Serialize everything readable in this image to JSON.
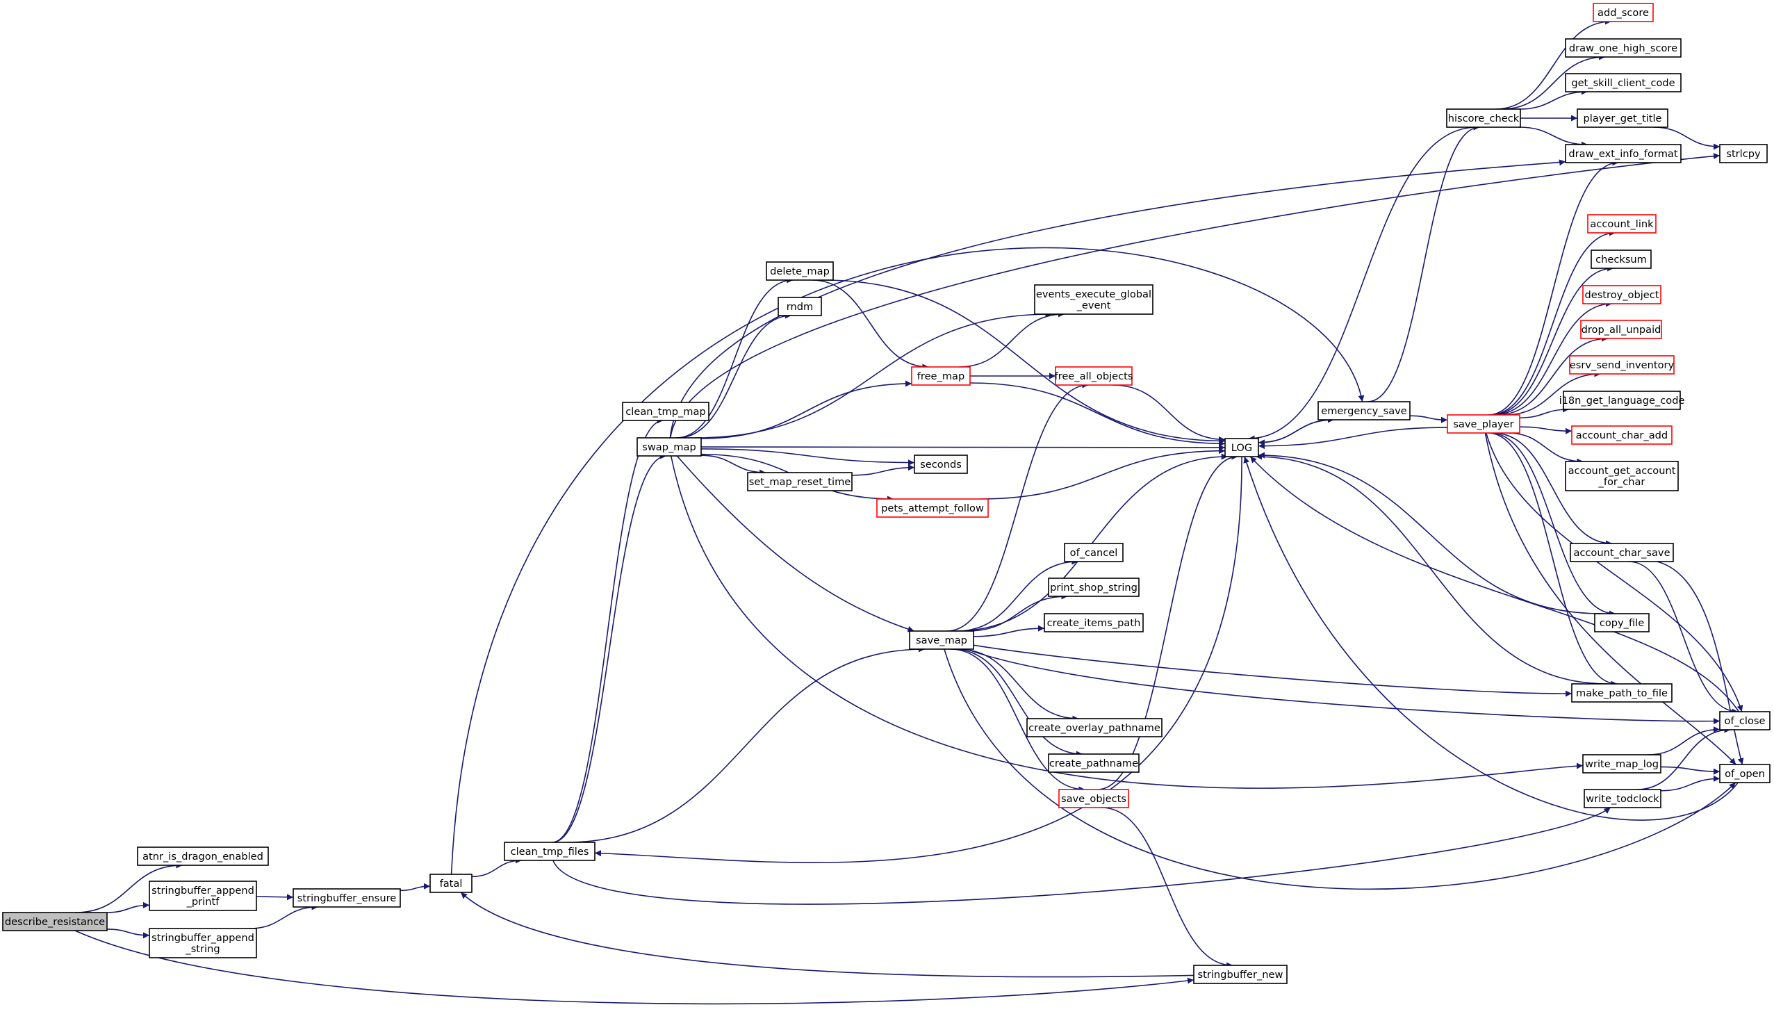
{
  "graph": {
    "nodes": {
      "describe_resistance": {
        "label": [
          "describe_resistance"
        ],
        "style": "root"
      },
      "atnr_is_dragon_enabled": {
        "label": [
          "atnr_is_dragon_enabled"
        ],
        "style": "normal"
      },
      "stringbuffer_append_printf": {
        "label": [
          "stringbuffer_append",
          "_printf"
        ],
        "style": "normal"
      },
      "stringbuffer_append_string": {
        "label": [
          "stringbuffer_append",
          "_string"
        ],
        "style": "normal"
      },
      "stringbuffer_ensure": {
        "label": [
          "stringbuffer_ensure"
        ],
        "style": "normal"
      },
      "fatal": {
        "label": [
          "fatal"
        ],
        "style": "normal"
      },
      "clean_tmp_files": {
        "label": [
          "clean_tmp_files"
        ],
        "style": "normal"
      },
      "clean_tmp_map": {
        "label": [
          "clean_tmp_map"
        ],
        "style": "normal"
      },
      "swap_map": {
        "label": [
          "swap_map"
        ],
        "style": "normal"
      },
      "delete_map": {
        "label": [
          "delete_map"
        ],
        "style": "normal"
      },
      "rndm": {
        "label": [
          "rndm"
        ],
        "style": "normal"
      },
      "set_map_reset_time": {
        "label": [
          "set_map_reset_time"
        ],
        "style": "normal"
      },
      "seconds": {
        "label": [
          "seconds"
        ],
        "style": "normal"
      },
      "free_map": {
        "label": [
          "free_map"
        ],
        "style": "red"
      },
      "events_execute_global_event": {
        "label": [
          "events_execute_global",
          "_event"
        ],
        "style": "normal"
      },
      "free_all_objects": {
        "label": [
          "free_all_objects"
        ],
        "style": "red"
      },
      "pets_attempt_follow": {
        "label": [
          "pets_attempt_follow"
        ],
        "style": "red"
      },
      "save_map": {
        "label": [
          "save_map"
        ],
        "style": "normal"
      },
      "of_cancel": {
        "label": [
          "of_cancel"
        ],
        "style": "normal"
      },
      "print_shop_string": {
        "label": [
          "print_shop_string"
        ],
        "style": "normal"
      },
      "create_items_path": {
        "label": [
          "create_items_path"
        ],
        "style": "normal"
      },
      "create_overlay_pathname": {
        "label": [
          "create_overlay_pathname"
        ],
        "style": "normal"
      },
      "create_pathname": {
        "label": [
          "create_pathname"
        ],
        "style": "normal"
      },
      "save_objects": {
        "label": [
          "save_objects"
        ],
        "style": "red"
      },
      "stringbuffer_new": {
        "label": [
          "stringbuffer_new"
        ],
        "style": "normal"
      },
      "LOG": {
        "label": [
          "LOG"
        ],
        "style": "normal"
      },
      "emergency_save": {
        "label": [
          "emergency_save"
        ],
        "style": "normal"
      },
      "save_player": {
        "label": [
          "save_player"
        ],
        "style": "red"
      },
      "hiscore_check": {
        "label": [
          "hiscore_check"
        ],
        "style": "normal"
      },
      "add_score": {
        "label": [
          "add_score"
        ],
        "style": "red"
      },
      "draw_one_high_score": {
        "label": [
          "draw_one_high_score"
        ],
        "style": "normal"
      },
      "get_skill_client_code": {
        "label": [
          "get_skill_client_code"
        ],
        "style": "normal"
      },
      "player_get_title": {
        "label": [
          "player_get_title"
        ],
        "style": "normal"
      },
      "draw_ext_info_format": {
        "label": [
          "draw_ext_info_format"
        ],
        "style": "normal"
      },
      "strlcpy": {
        "label": [
          "strlcpy"
        ],
        "style": "normal"
      },
      "account_link": {
        "label": [
          "account_link"
        ],
        "style": "red"
      },
      "checksum": {
        "label": [
          "checksum"
        ],
        "style": "normal"
      },
      "destroy_object": {
        "label": [
          "destroy_object"
        ],
        "style": "red"
      },
      "drop_all_unpaid": {
        "label": [
          "drop_all_unpaid"
        ],
        "style": "red"
      },
      "esrv_send_inventory": {
        "label": [
          "esrv_send_inventory"
        ],
        "style": "red"
      },
      "i18n_get_language_code": {
        "label": [
          "i18n_get_language_code"
        ],
        "style": "normal"
      },
      "account_char_add": {
        "label": [
          "account_char_add"
        ],
        "style": "red"
      },
      "account_get_account_for_char": {
        "label": [
          "account_get_account",
          "_for_char"
        ],
        "style": "normal"
      },
      "account_char_save": {
        "label": [
          "account_char_save"
        ],
        "style": "normal"
      },
      "copy_file": {
        "label": [
          "copy_file"
        ],
        "style": "normal"
      },
      "make_path_to_file": {
        "label": [
          "make_path_to_file"
        ],
        "style": "normal"
      },
      "of_close": {
        "label": [
          "of_close"
        ],
        "style": "normal"
      },
      "of_open": {
        "label": [
          "of_open"
        ],
        "style": "normal"
      },
      "write_map_log": {
        "label": [
          "write_map_log"
        ],
        "style": "normal"
      },
      "write_todclock": {
        "label": [
          "write_todclock"
        ],
        "style": "normal"
      }
    },
    "edges": [
      [
        "describe_resistance",
        "atnr_is_dragon_enabled"
      ],
      [
        "describe_resistance",
        "stringbuffer_append_printf"
      ],
      [
        "describe_resistance",
        "stringbuffer_append_string"
      ],
      [
        "describe_resistance",
        "stringbuffer_new"
      ],
      [
        "stringbuffer_append_printf",
        "stringbuffer_ensure"
      ],
      [
        "stringbuffer_append_string",
        "stringbuffer_ensure"
      ],
      [
        "stringbuffer_ensure",
        "fatal"
      ],
      [
        "fatal",
        "clean_tmp_files"
      ],
      [
        "fatal",
        "emergency_save"
      ],
      [
        "clean_tmp_files",
        "clean_tmp_map"
      ],
      [
        "clean_tmp_files",
        "swap_map"
      ],
      [
        "clean_tmp_files",
        "save_map"
      ],
      [
        "clean_tmp_files",
        "write_todclock"
      ],
      [
        "swap_map",
        "delete_map"
      ],
      [
        "swap_map",
        "rndm"
      ],
      [
        "swap_map",
        "events_execute_global_event"
      ],
      [
        "swap_map",
        "free_map"
      ],
      [
        "swap_map",
        "LOG"
      ],
      [
        "swap_map",
        "seconds"
      ],
      [
        "swap_map",
        "set_map_reset_time"
      ],
      [
        "swap_map",
        "pets_attempt_follow"
      ],
      [
        "swap_map",
        "save_map"
      ],
      [
        "swap_map",
        "write_map_log"
      ],
      [
        "swap_map",
        "draw_ext_info_format"
      ],
      [
        "swap_map",
        "strlcpy"
      ],
      [
        "delete_map",
        "free_map"
      ],
      [
        "delete_map",
        "LOG"
      ],
      [
        "set_map_reset_time",
        "seconds"
      ],
      [
        "free_map",
        "events_execute_global_event"
      ],
      [
        "free_map",
        "free_all_objects"
      ],
      [
        "free_map",
        "LOG"
      ],
      [
        "free_all_objects",
        "LOG"
      ],
      [
        "pets_attempt_follow",
        "LOG"
      ],
      [
        "save_map",
        "free_all_objects"
      ],
      [
        "save_map",
        "LOG"
      ],
      [
        "save_map",
        "of_cancel"
      ],
      [
        "save_map",
        "print_shop_string"
      ],
      [
        "save_map",
        "create_items_path"
      ],
      [
        "save_map",
        "create_overlay_pathname"
      ],
      [
        "save_map",
        "create_pathname"
      ],
      [
        "save_map",
        "save_objects"
      ],
      [
        "save_map",
        "make_path_to_file"
      ],
      [
        "save_map",
        "of_close"
      ],
      [
        "save_map",
        "of_open"
      ],
      [
        "save_objects",
        "LOG"
      ],
      [
        "save_objects",
        "stringbuffer_new"
      ],
      [
        "stringbuffer_new",
        "fatal"
      ],
      [
        "LOG",
        "emergency_save"
      ],
      [
        "LOG",
        "clean_tmp_files"
      ],
      [
        "emergency_save",
        "LOG"
      ],
      [
        "emergency_save",
        "save_player"
      ],
      [
        "emergency_save",
        "hiscore_check"
      ],
      [
        "save_player",
        "LOG"
      ],
      [
        "save_player",
        "draw_ext_info_format"
      ],
      [
        "save_player",
        "account_link"
      ],
      [
        "save_player",
        "checksum"
      ],
      [
        "save_player",
        "destroy_object"
      ],
      [
        "save_player",
        "drop_all_unpaid"
      ],
      [
        "save_player",
        "esrv_send_inventory"
      ],
      [
        "save_player",
        "i18n_get_language_code"
      ],
      [
        "save_player",
        "account_char_add"
      ],
      [
        "save_player",
        "account_get_account_for_char"
      ],
      [
        "save_player",
        "account_char_save"
      ],
      [
        "save_player",
        "copy_file"
      ],
      [
        "save_player",
        "make_path_to_file"
      ],
      [
        "save_player",
        "of_close"
      ],
      [
        "save_player",
        "of_open"
      ],
      [
        "hiscore_check",
        "LOG"
      ],
      [
        "hiscore_check",
        "add_score"
      ],
      [
        "hiscore_check",
        "draw_one_high_score"
      ],
      [
        "hiscore_check",
        "get_skill_client_code"
      ],
      [
        "hiscore_check",
        "player_get_title"
      ],
      [
        "hiscore_check",
        "draw_ext_info_format"
      ],
      [
        "player_get_title",
        "strlcpy"
      ],
      [
        "account_char_save",
        "of_close"
      ],
      [
        "account_char_save",
        "of_open"
      ],
      [
        "copy_file",
        "LOG"
      ],
      [
        "make_path_to_file",
        "LOG"
      ],
      [
        "of_close",
        "LOG"
      ],
      [
        "of_open",
        "LOG"
      ],
      [
        "write_map_log",
        "of_close"
      ],
      [
        "write_map_log",
        "of_open"
      ],
      [
        "write_todclock",
        "of_close"
      ],
      [
        "write_todclock",
        "of_open"
      ]
    ]
  }
}
